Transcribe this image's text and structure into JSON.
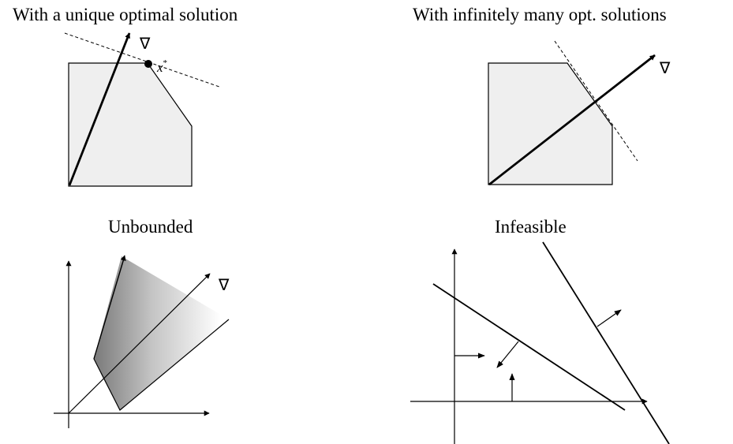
{
  "panels": [
    {
      "title": "With a unique optimal solution",
      "gradient_label": "∇",
      "point_label": "x",
      "point_sup": "*"
    },
    {
      "title": "With infinitely many opt. solutions",
      "gradient_label": "∇"
    },
    {
      "title": "Unbounded",
      "gradient_label": "∇"
    },
    {
      "title": "Infeasible"
    }
  ],
  "colors": {
    "stroke": "#000000",
    "region_fill": "#efefef",
    "gradient_dark": "#808080",
    "gradient_light": "#ffffff"
  }
}
